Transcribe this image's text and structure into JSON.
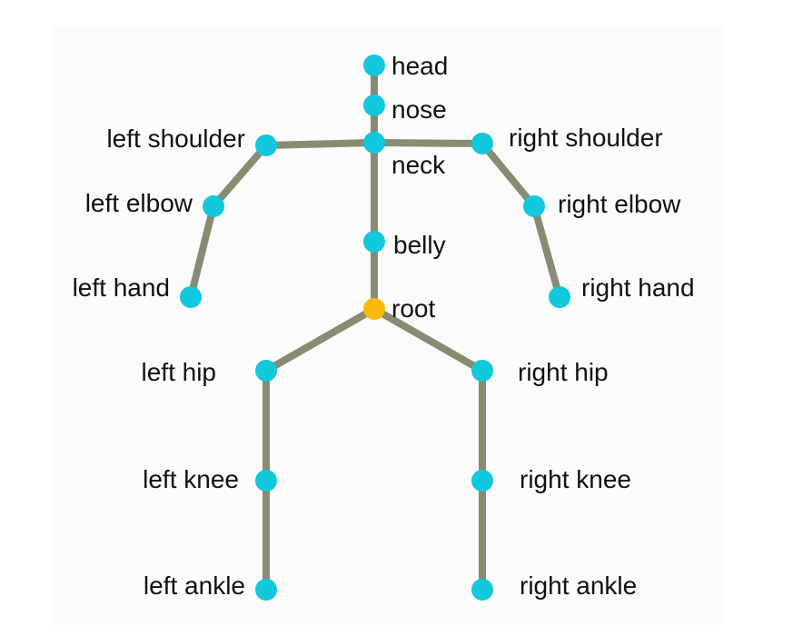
{
  "colors": {
    "bone": "#878c73",
    "joint": "#12c8dc",
    "root_joint": "#f8bb0d",
    "label": "#111111",
    "panel": "#fbfbfb"
  },
  "joints": {
    "head": {
      "label": "head",
      "color": "#12c8dc"
    },
    "nose": {
      "label": "nose",
      "color": "#12c8dc"
    },
    "neck": {
      "label": "neck",
      "color": "#12c8dc"
    },
    "belly": {
      "label": "belly",
      "color": "#12c8dc"
    },
    "root": {
      "label": "root",
      "color": "#f8bb0d"
    },
    "left_shoulder": {
      "label": "left shoulder",
      "color": "#12c8dc"
    },
    "left_elbow": {
      "label": "left elbow",
      "color": "#12c8dc"
    },
    "left_hand": {
      "label": "left hand",
      "color": "#12c8dc"
    },
    "right_shoulder": {
      "label": "right shoulder",
      "color": "#12c8dc"
    },
    "right_elbow": {
      "label": "right elbow",
      "color": "#12c8dc"
    },
    "right_hand": {
      "label": "right hand",
      "color": "#12c8dc"
    },
    "left_hip": {
      "label": "left hip",
      "color": "#12c8dc"
    },
    "left_knee": {
      "label": "left knee",
      "color": "#12c8dc"
    },
    "left_ankle": {
      "label": "left ankle",
      "color": "#12c8dc"
    },
    "right_hip": {
      "label": "right hip",
      "color": "#12c8dc"
    },
    "right_knee": {
      "label": "right knee",
      "color": "#12c8dc"
    },
    "right_ankle": {
      "label": "right ankle",
      "color": "#12c8dc"
    }
  },
  "connections": [
    [
      "head",
      "nose"
    ],
    [
      "nose",
      "neck"
    ],
    [
      "neck",
      "belly"
    ],
    [
      "belly",
      "root"
    ],
    [
      "neck",
      "left_shoulder"
    ],
    [
      "left_shoulder",
      "left_elbow"
    ],
    [
      "left_elbow",
      "left_hand"
    ],
    [
      "neck",
      "right_shoulder"
    ],
    [
      "right_shoulder",
      "right_elbow"
    ],
    [
      "right_elbow",
      "right_hand"
    ],
    [
      "root",
      "left_hip"
    ],
    [
      "left_hip",
      "left_knee"
    ],
    [
      "left_knee",
      "left_ankle"
    ],
    [
      "root",
      "right_hip"
    ],
    [
      "right_hip",
      "right_knee"
    ],
    [
      "right_knee",
      "right_ankle"
    ]
  ]
}
